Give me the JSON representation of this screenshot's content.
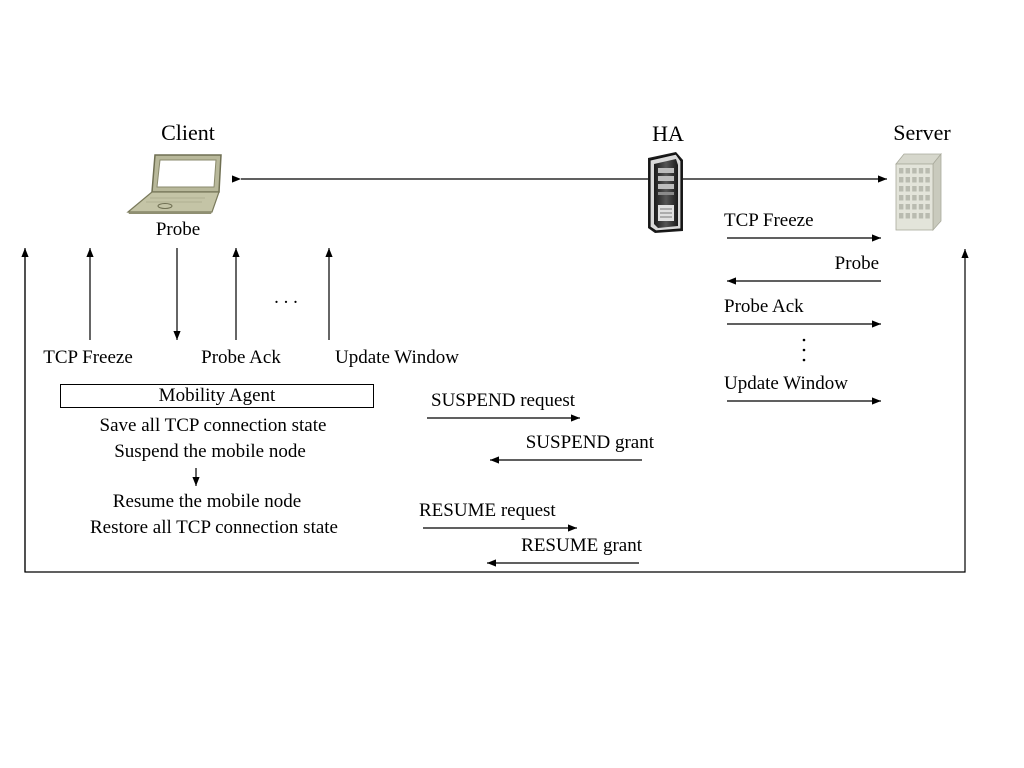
{
  "nodes": {
    "client": {
      "label": "Client",
      "icon": "laptop-icon"
    },
    "ha": {
      "label": "HA",
      "icon": "server-tower-icon"
    },
    "server": {
      "label": "Server",
      "icon": "office-building-icon"
    }
  },
  "client_signals": {
    "probe": "Probe",
    "tcp_freeze": "TCP Freeze",
    "probe_ack": "Probe Ack",
    "update_window": "Update Window",
    "ellipsis": ". . ."
  },
  "server_messages": [
    {
      "label": "TCP Freeze",
      "direction": "to-server"
    },
    {
      "label": "Probe",
      "direction": "to-ha"
    },
    {
      "label": "Probe Ack",
      "direction": "to-server"
    },
    {
      "label": "Update Window",
      "direction": "to-server"
    }
  ],
  "mobility_agent": {
    "title": "Mobility Agent",
    "steps": [
      "Save all TCP connection state",
      "Suspend the mobile node",
      "Resume the mobile node",
      "Restore all TCP connection state"
    ]
  },
  "agent_messages": [
    {
      "label": "SUSPEND request",
      "direction": "right"
    },
    {
      "label": "SUSPEND grant",
      "direction": "left"
    },
    {
      "label": "RESUME request",
      "direction": "right"
    },
    {
      "label": "RESUME grant",
      "direction": "left"
    }
  ],
  "colors": {
    "laptop_body": "#c4c4a6",
    "laptop_edge": "#7a7a5c",
    "tower_dark": "#2b2b2b",
    "tower_light": "#d9d9d9",
    "building_face": "#e3e4da",
    "building_side": "#c9cabd",
    "window": "#b9bbb0"
  }
}
